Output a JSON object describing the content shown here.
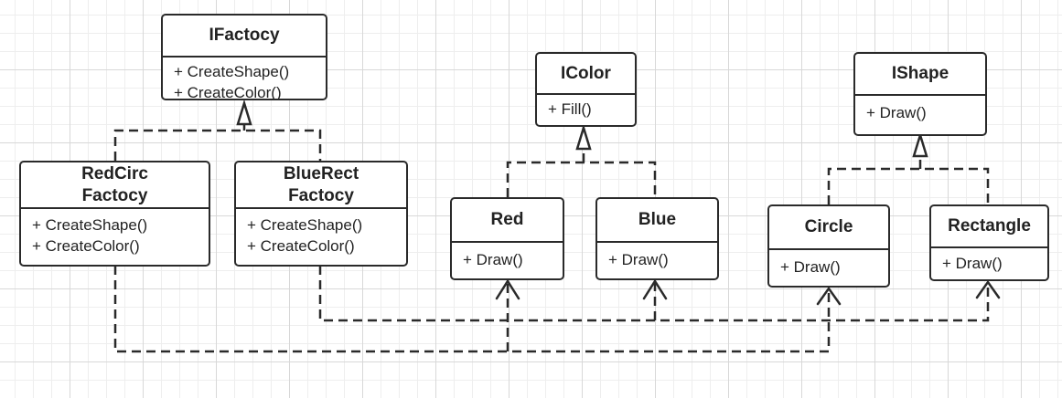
{
  "classes": {
    "ifactory": {
      "name": "IFactocy",
      "methods": [
        "+ CreateShape()",
        "+ CreateColor()"
      ]
    },
    "redcirc_factory": {
      "name": "RedCirc\nFactocy",
      "methods": [
        "+ CreateShape()",
        "+ CreateColor()"
      ]
    },
    "bluerect_factory": {
      "name": "BlueRect\nFactocy",
      "methods": [
        "+ CreateShape()",
        "+ CreateColor()"
      ]
    },
    "icolor": {
      "name": "IColor",
      "methods": [
        "+ Fill()"
      ]
    },
    "red": {
      "name": "Red",
      "methods": [
        "+ Draw()"
      ]
    },
    "blue": {
      "name": "Blue",
      "methods": [
        "+ Draw()"
      ]
    },
    "ishape": {
      "name": "IShape",
      "methods": [
        "+ Draw()"
      ]
    },
    "circle": {
      "name": "Circle",
      "methods": [
        "+ Draw()"
      ]
    },
    "rectangle": {
      "name": "Rectangle",
      "methods": [
        "+ Draw()"
      ]
    }
  },
  "colors": {
    "stroke": "#2a2a2a",
    "background": "#ffffff",
    "grid": "#d8d8d8"
  }
}
